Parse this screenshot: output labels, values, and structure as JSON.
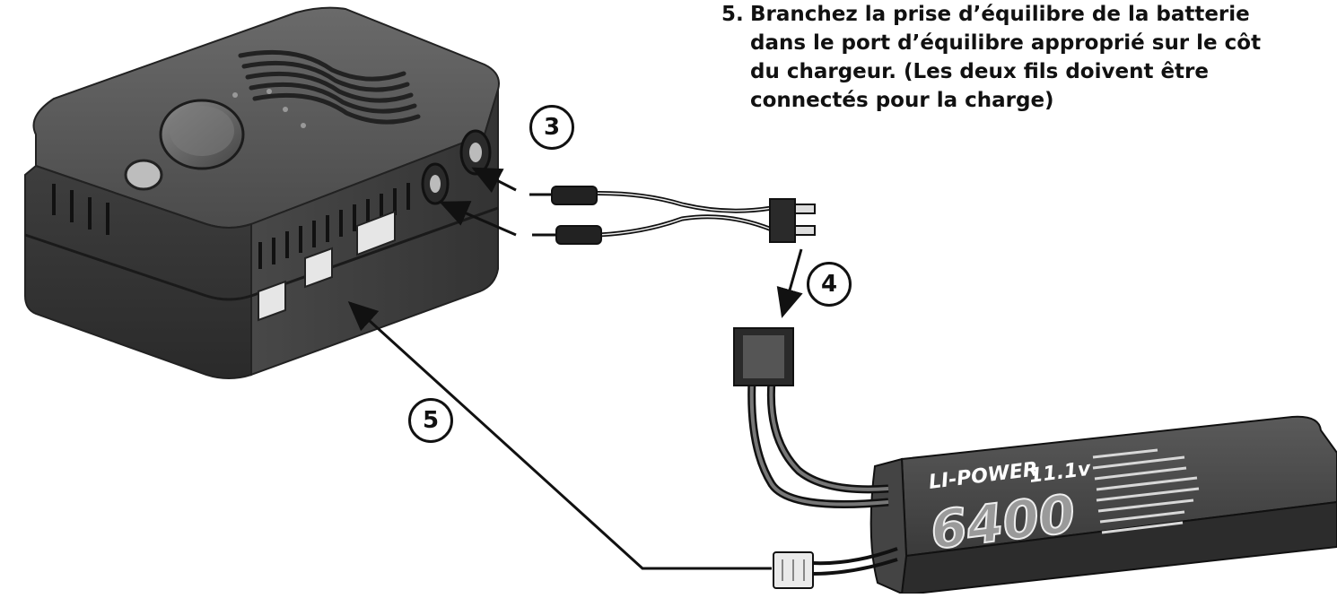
{
  "instruction": {
    "number": "5.",
    "lines": [
      "Branchez la prise d’équilibre de la batterie",
      "dans le port d’équilibre approprié sur le côt",
      "du chargeur.  (Les deux fils doivent être",
      "connectés pour la charge)"
    ]
  },
  "steps": {
    "step3": "3",
    "step4": "4",
    "step5": "5"
  },
  "battery": {
    "brand": "LI-POWER",
    "voltage": "11.1v",
    "capacity": "6400"
  },
  "colors": {
    "charger_body": "#4a4a4a",
    "charger_top": "#5c5c5c",
    "ink": "#111111",
    "battery_body": "#3a3a3a"
  }
}
